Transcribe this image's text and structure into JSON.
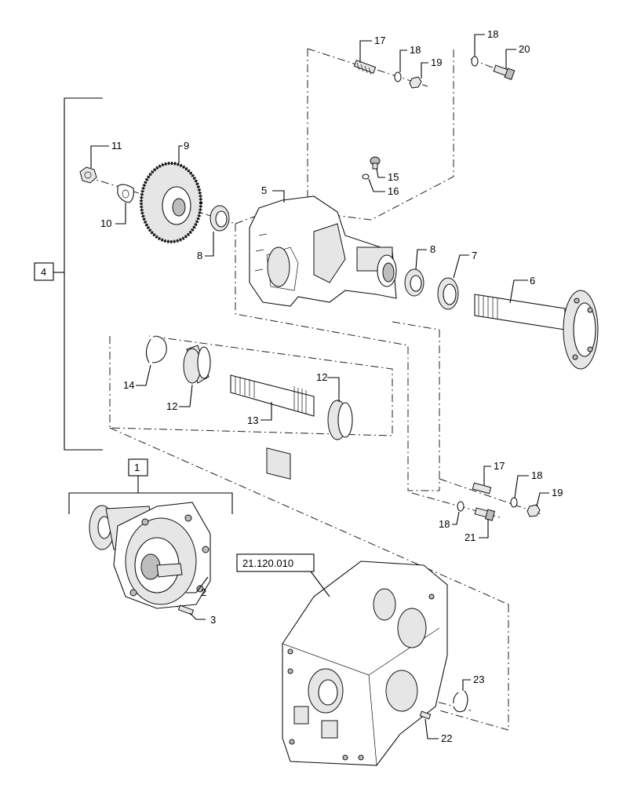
{
  "labels": {
    "l1": "1",
    "l2": "2",
    "l3": "3",
    "l4": "4",
    "l5": "5",
    "l6": "6",
    "l7": "7",
    "l8a": "8",
    "l8b": "8",
    "l9": "9",
    "l10": "10",
    "l11": "11",
    "l12a": "12",
    "l12b": "12",
    "l13": "13",
    "l14": "14",
    "l15": "15",
    "l16": "16",
    "l17a": "17",
    "l17b": "17",
    "l18a": "18",
    "l18b": "18",
    "l18c": "18",
    "l18d": "18",
    "l19a": "19",
    "l19b": "19",
    "l20": "20",
    "l21": "21",
    "l22": "22",
    "l23": "23",
    "ref": "21.120.010"
  }
}
